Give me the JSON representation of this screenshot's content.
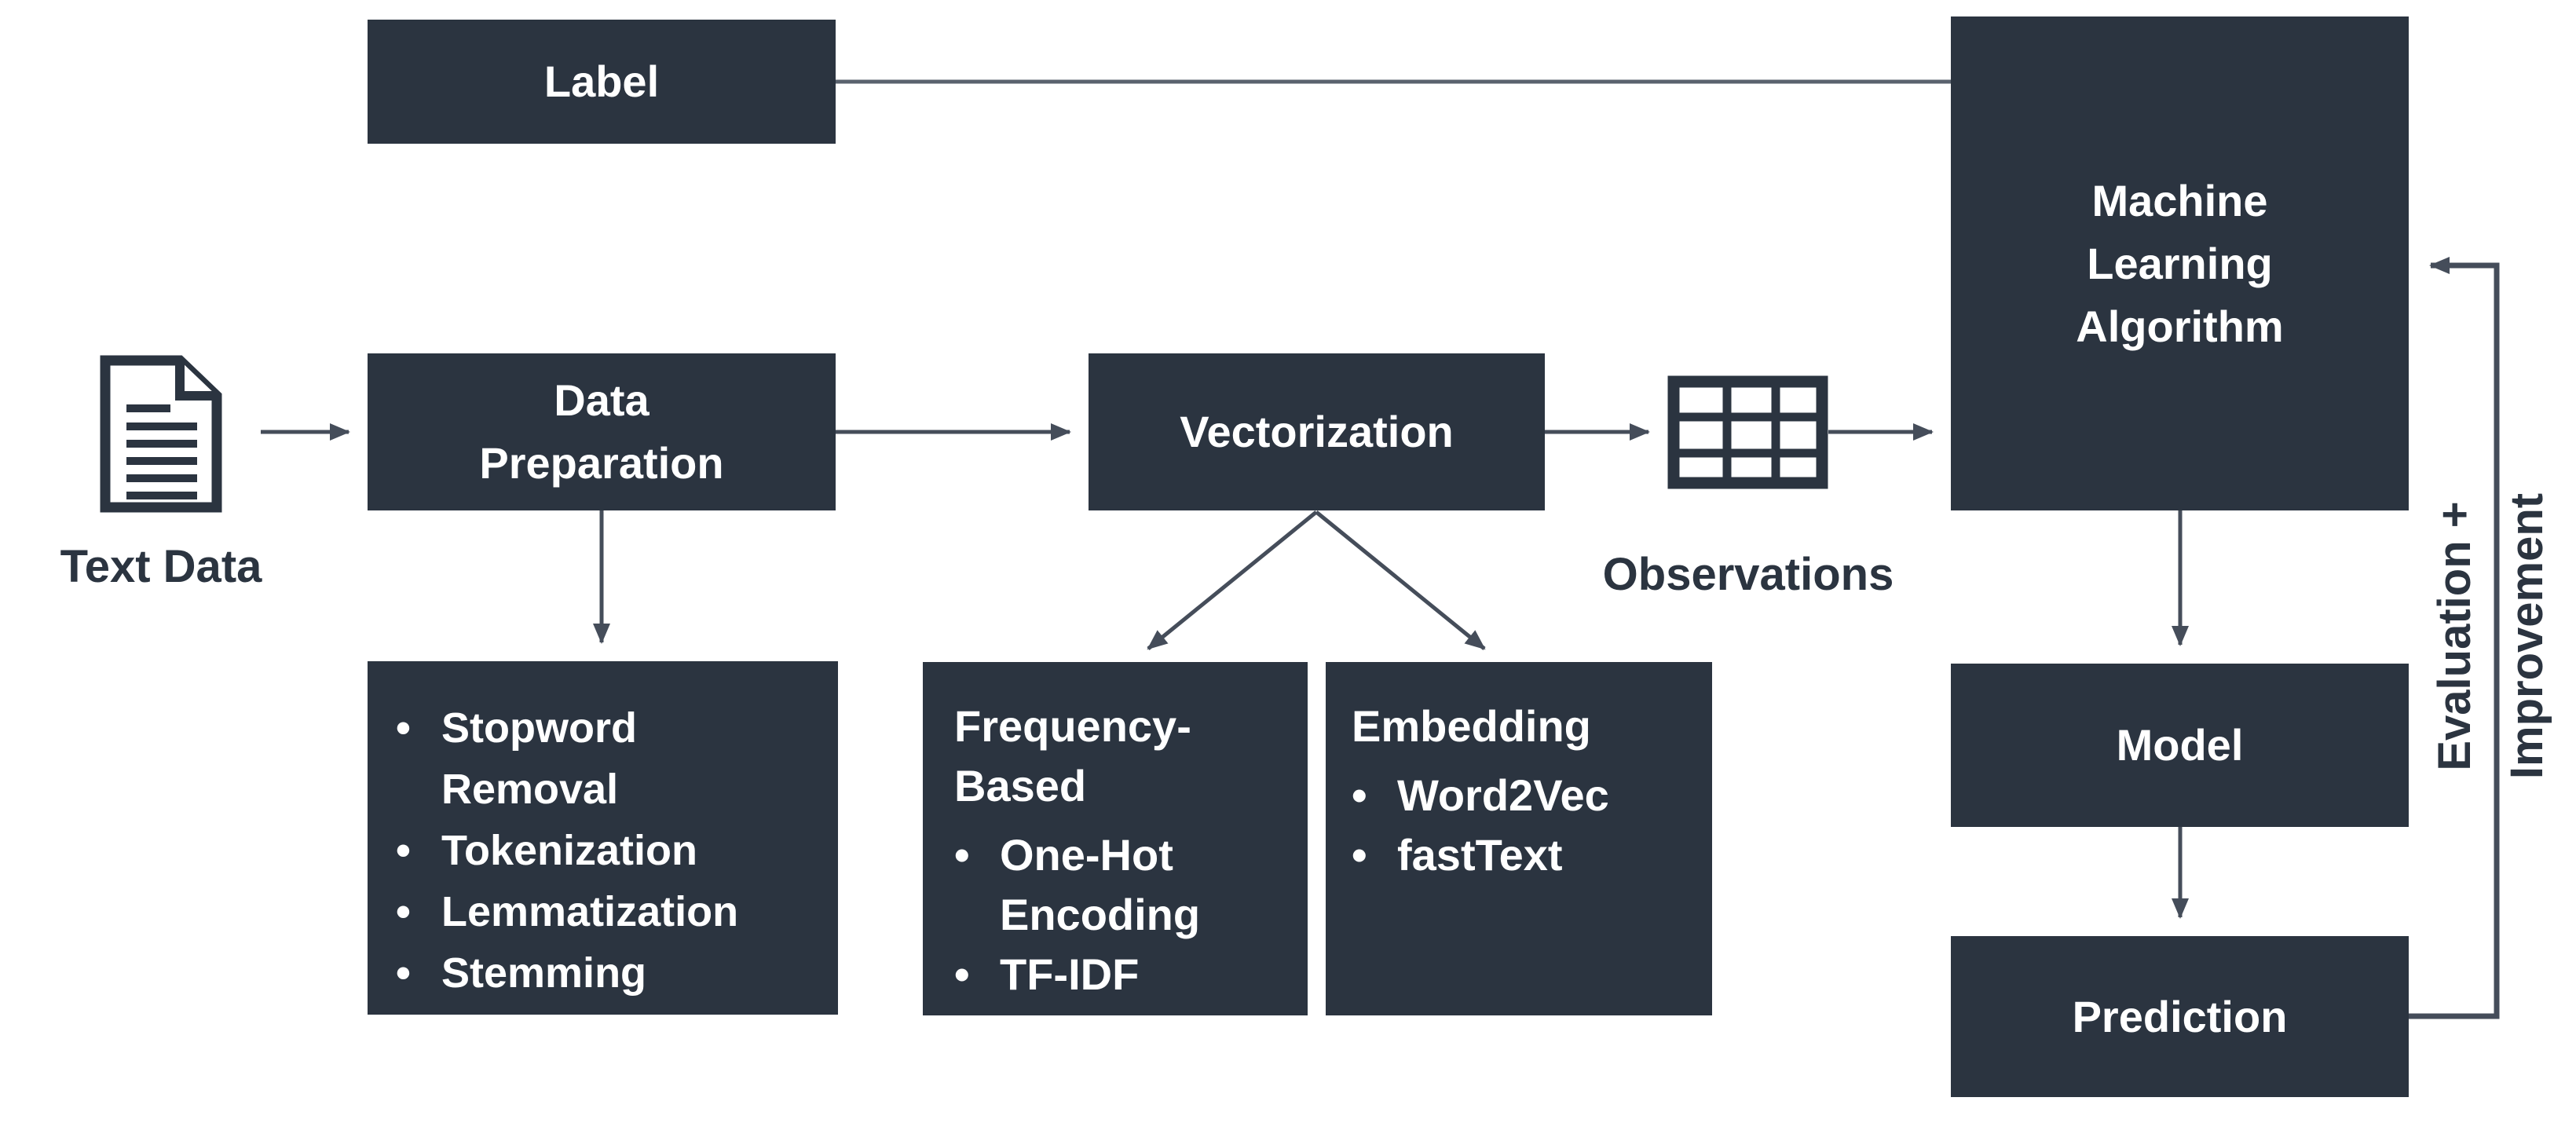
{
  "colors": {
    "box": "#2b3440",
    "box_text": "#ffffff",
    "caption": "#2b3440",
    "line": "#454d5a",
    "label_line": "#5a626e",
    "background": "#ffffff"
  },
  "boxes": {
    "label": "Label",
    "data_preparation": "Data Preparation",
    "vectorization": "Vectorization",
    "ml_algorithm": "Machine Learning Algorithm",
    "model": "Model",
    "prediction": "Prediction"
  },
  "captions": {
    "text_data": "Text Data",
    "observations": "Observations"
  },
  "prep_list": [
    "Stopword Removal",
    "Tokenization",
    "Lemmatization",
    "Stemming"
  ],
  "frequency_based": {
    "heading": "Frequency-Based",
    "items": [
      "One-Hot Encoding",
      "TF-IDF"
    ]
  },
  "embedding": {
    "heading": "Embedding",
    "items": [
      "Word2Vec",
      "fastText"
    ]
  },
  "feedback": {
    "line1": "Evaluation +",
    "line2": "Improvement"
  },
  "icons": {
    "text_data": "document-icon",
    "observations": "table-grid-icon"
  }
}
